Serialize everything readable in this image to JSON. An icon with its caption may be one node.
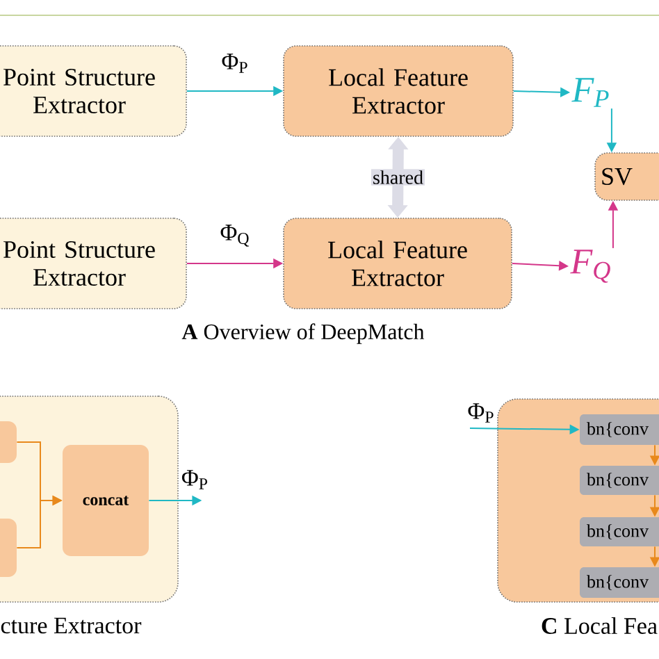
{
  "diagram": {
    "nodes": [
      {
        "text": [
          "Point Structure Extractor"
        ]
      },
      {
        "text": [
          "Local Feature Extractor"
        ]
      },
      {
        "text": [
          "F$_{P}$"
        ]
      },
      {
        "text": [
          "SV"
        ]
      },
      {
        "text": [
          "Point Structure Extractor"
        ]
      },
      {
        "text": [
          "Local Feature Extractor"
        ]
      },
      {
        "text": [
          "F$_{Q}$"
        ]
      },
      {
        "text": [
          "cture Extractor"
        ]
      },
      {
        "text": [],
        "shape": "box",
        "in": 7
      },
      {
        "text": [],
        "shape": "box",
        "in": 7
      },
      {
        "text": [
          "concat"
        ],
        "in": 7
      },
      {
        "text": [
          "**C** Local Fea"
        ]
      },
      {
        "text": [
          "bn{conv"
        ],
        "in": 11
      },
      {
        "text": [
          "bn{conv"
        ],
        "in": 11
      },
      {
        "text": [
          "bn{conv"
        ],
        "in": 11
      },
      {
        "text": [
          "bn{conv"
        ],
        "in": 11
      }
    ],
    "edges": [
      {
        "from": 0,
        "to": 1,
        "arrow": "to",
        "label": "Φ$_{P}$",
        "color": "#20b8c4"
      },
      {
        "from": 1,
        "to": 2,
        "arrow": "to",
        "color": "#20b8c4"
      },
      {
        "from": 2,
        "to": 3,
        "arrow": "to",
        "color": "#20b8c4"
      },
      {
        "from": 4,
        "to": 5,
        "arrow": "to",
        "label": "Φ$_{Q}$",
        "color": "#d4378a"
      },
      {
        "from": 5,
        "to": 6,
        "arrow": "to",
        "color": "#d4378a"
      },
      {
        "from": 6,
        "to": 3,
        "arrow": "to",
        "color": "#d4378a"
      },
      {
        "from": 1,
        "to": 5,
        "arrow": "both",
        "label": "shared",
        "style": "thick",
        "color": "#dcdce6"
      },
      {
        "from": 8,
        "to": 10,
        "arrow": "to",
        "color": "#e8891c"
      },
      {
        "from": 9,
        "to": 10,
        "arrow": "to",
        "color": "#e8891c"
      },
      {
        "from": 10,
        "to": null,
        "arrow": "to",
        "label": "Φ$_{P}$",
        "color": "#20b8c4"
      },
      {
        "from": null,
        "to": 12,
        "arrow": "to",
        "label": "Φ$_{P}$",
        "color": "#20b8c4"
      },
      {
        "from": 12,
        "to": 13,
        "arrow": "to",
        "color": "#e8891c"
      },
      {
        "from": 13,
        "to": 14,
        "arrow": "to",
        "color": "#e8891c"
      },
      {
        "from": 14,
        "to": 15,
        "arrow": "to",
        "color": "#e8891c"
      }
    ],
    "labels": [
      "**A** Overview of DeepMatch"
    ]
  }
}
